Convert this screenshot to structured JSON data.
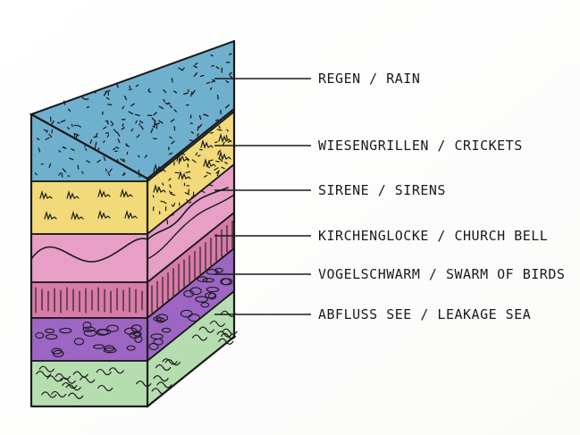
{
  "layers": [
    {
      "name": "REGEN / RAIN",
      "color": "#6fb0cf"
    },
    {
      "name": "WIESENGRILLEN / CRICKETS",
      "color": "#f2d979"
    },
    {
      "name": "SIRENE / SIRENS",
      "color": "#e79fc6"
    },
    {
      "name": "KIRCHENGLOCKE / CHURCH BELL",
      "color": "#d77ba8"
    },
    {
      "name": "VOGELSCHWARM / SWARM OF BIRDS",
      "color": "#9d66c4"
    },
    {
      "name": "ABFLUSS SEE / LEAKAGE SEA",
      "color": "#b6ddb0"
    }
  ],
  "base_color": "#a86c7c",
  "ink_color": "#1a1a1a"
}
